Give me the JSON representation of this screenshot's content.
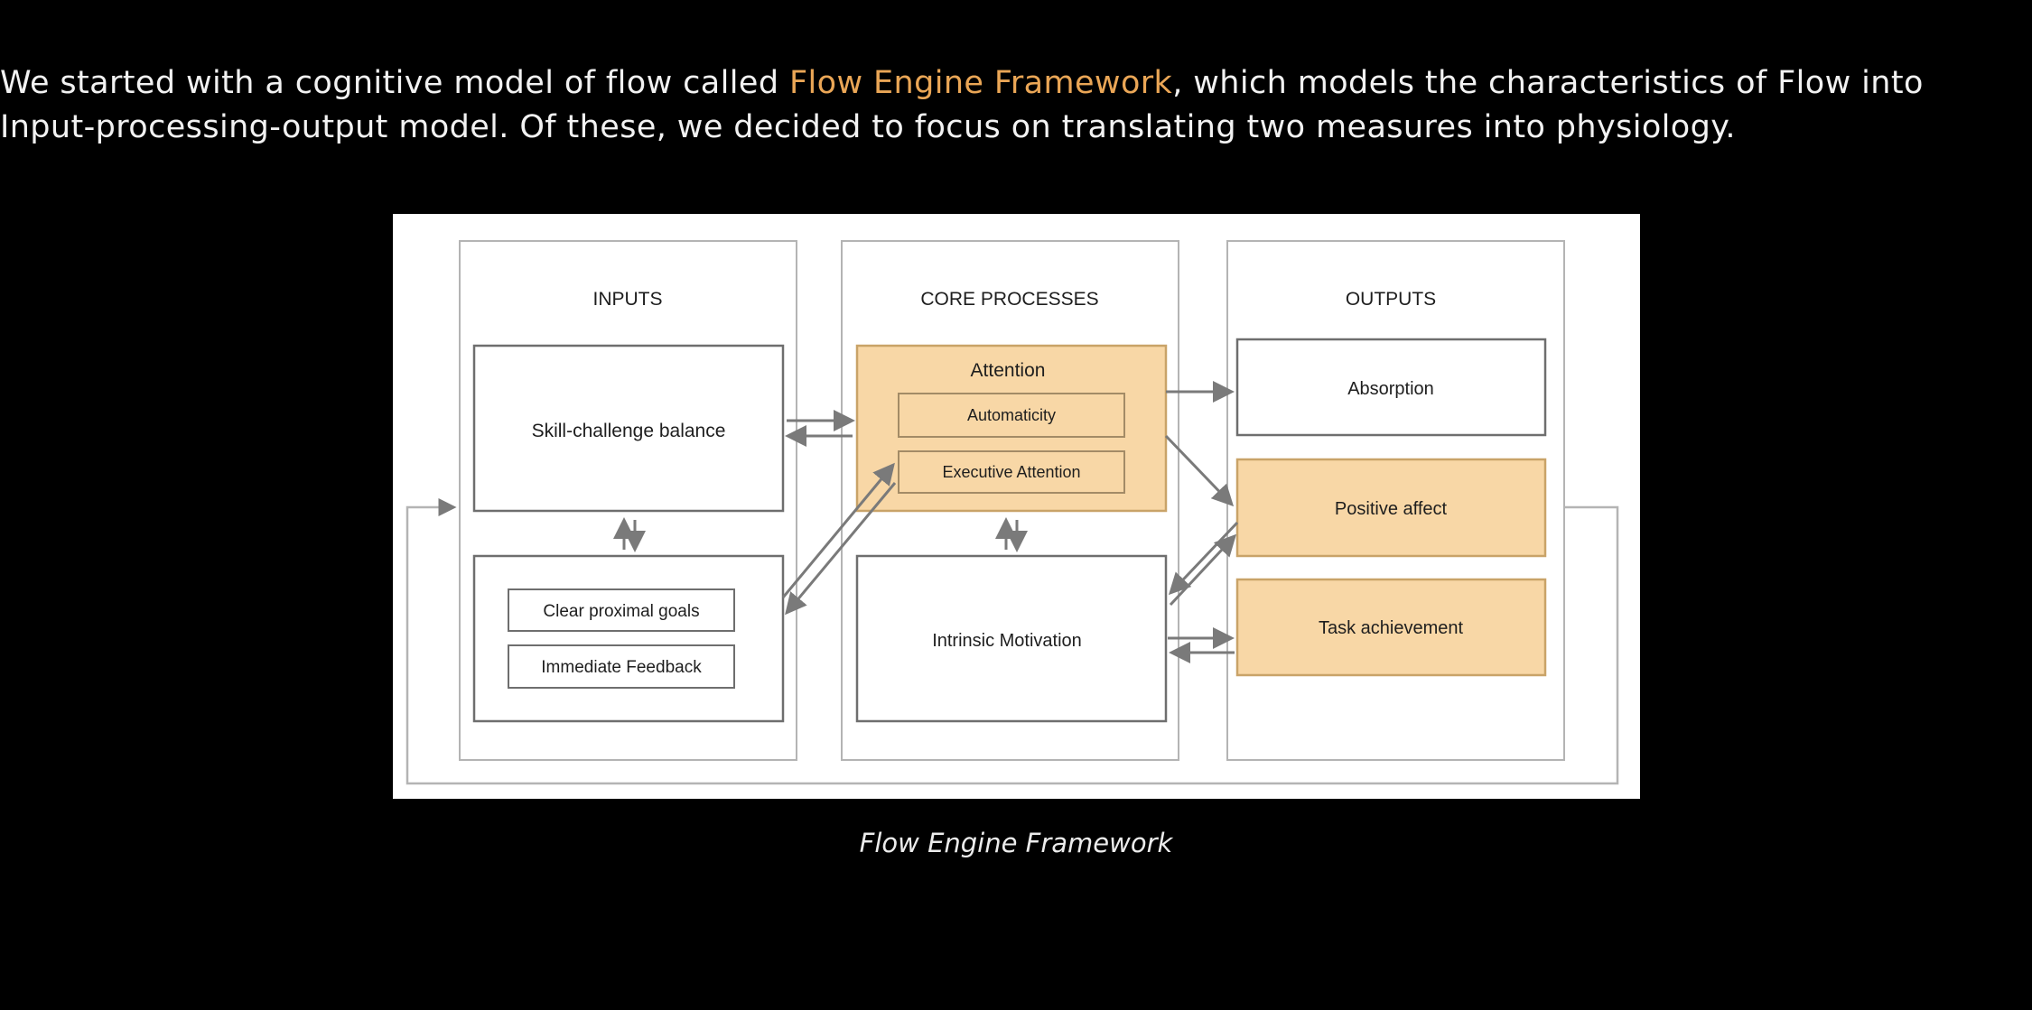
{
  "intro": {
    "before_link": "We started with a cognitive model of flow called ",
    "link_text": "Flow Engine Framework",
    "after_link": ", which models the characteristics of Flow into Input-processing-output model. Of these, we decided to focus on translating two measures into physiology."
  },
  "diagram": {
    "columns": {
      "inputs": "INPUTS",
      "core": "CORE PROCESSES",
      "outputs": "OUTPUTS"
    },
    "inputs": {
      "skill_challenge": "Skill-challenge balance",
      "clear_goals": "Clear proximal goals",
      "immediate_feedback": "Immediate Feedback"
    },
    "core": {
      "attention": "Attention",
      "automaticity": "Automaticity",
      "executive_attention": "Executive Attention",
      "intrinsic_motivation": "Intrinsic Motivation"
    },
    "outputs": {
      "absorption": "Absorption",
      "positive_affect": "Positive affect",
      "task_achievement": "Task achievement"
    }
  },
  "caption": "Flow Engine Framework",
  "colors": {
    "background": "#000000",
    "text": "#f2f2f2",
    "link": "#eaa656",
    "highlight_fill": "#f8d7a6",
    "highlight_stroke": "#c9a368",
    "box_stroke": "#6e6e6e",
    "column_stroke": "#b4b4b4"
  }
}
